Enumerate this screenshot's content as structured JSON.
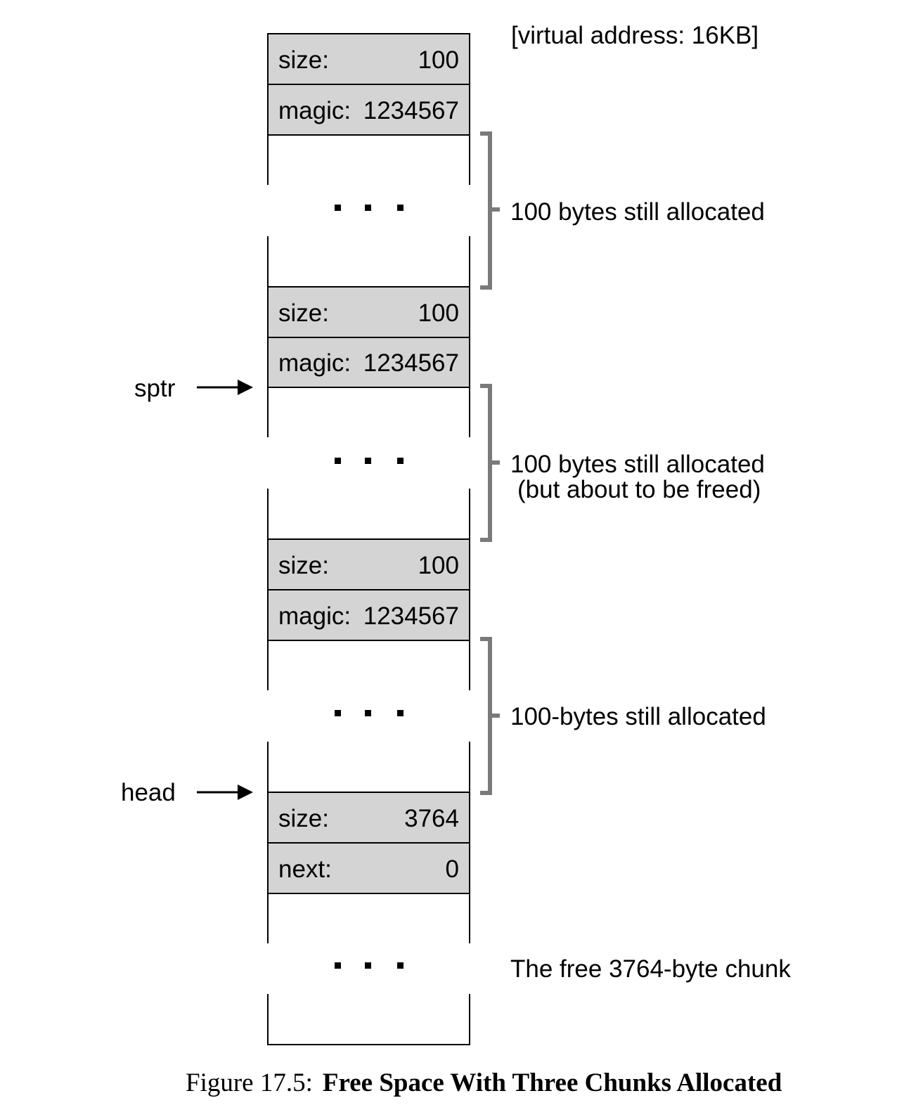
{
  "diagram": {
    "header_note": "[virtual address: 16KB]",
    "chunks": [
      {
        "header": [
          {
            "label": "size:",
            "value": "100"
          },
          {
            "label": "magic:",
            "value": "1234567"
          }
        ],
        "ellipsis": "...",
        "note": [
          "100 bytes still allocated"
        ]
      },
      {
        "header": [
          {
            "label": "size:",
            "value": "100"
          },
          {
            "label": "magic:",
            "value": "1234567"
          }
        ],
        "ellipsis": "...",
        "note": [
          "100 bytes still allocated",
          "(but about to be freed)"
        ]
      },
      {
        "header": [
          {
            "label": "size:",
            "value": "100"
          },
          {
            "label": "magic:",
            "value": "1234567"
          }
        ],
        "ellipsis": "...",
        "note": [
          "100-bytes still allocated"
        ]
      },
      {
        "header": [
          {
            "label": "size:",
            "value": "3764"
          },
          {
            "label": "next:",
            "value": "0"
          }
        ],
        "ellipsis": "...",
        "note": [
          "The free 3764-byte chunk"
        ]
      }
    ],
    "pointers": [
      {
        "label": "sptr"
      },
      {
        "label": "head"
      }
    ]
  },
  "caption": {
    "prefix": "Figure 17.5:",
    "title": "Free Space With Three Chunks Allocated"
  },
  "colors": {
    "header_fill": "#d4d4d4",
    "bracket": "#7a7a7a",
    "line": "#000000"
  }
}
